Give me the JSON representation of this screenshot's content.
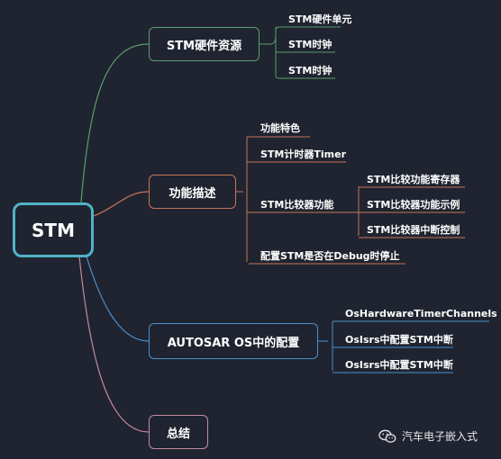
{
  "colors": {
    "background": "#1f2430",
    "root_border": "#4fb3c7",
    "green": "#5a9e6e",
    "orange": "#c8735a",
    "blue": "#4d8fcc",
    "pink": "#c58aa0"
  },
  "root": {
    "label": "STM"
  },
  "branches": [
    {
      "label": "STM硬件资源",
      "children": [
        {
          "label": "STM硬件单元"
        },
        {
          "label": "STM时钟"
        },
        {
          "label": "STM时钟"
        }
      ]
    },
    {
      "label": "功能描述",
      "children": [
        {
          "label": "功能特色"
        },
        {
          "label": "STM计时器Timer"
        },
        {
          "label": "STM比较器功能",
          "children": [
            {
              "label": "STM比较功能寄存器"
            },
            {
              "label": "STM比较器功能示例"
            },
            {
              "label": "STM比较器中断控制"
            }
          ]
        },
        {
          "label": "配置STM是否在Debug时停止"
        }
      ]
    },
    {
      "label": "AUTOSAR OS中的配置",
      "children": [
        {
          "label": "OsHardwareTimerChannels"
        },
        {
          "label": "OsIsrs中配置STM中断"
        },
        {
          "label": "OsIsrs中配置STM中断"
        }
      ]
    },
    {
      "label": "总结",
      "children": []
    }
  ],
  "watermark": {
    "text": "汽车电子嵌入式",
    "icon": "wechat-icon"
  }
}
